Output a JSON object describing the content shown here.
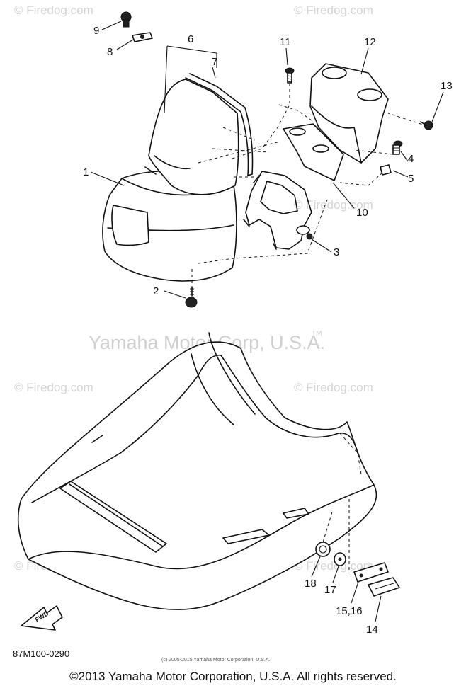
{
  "watermarks": {
    "small": "© Firedog.com",
    "large": "Yamaha Motor Corp, U.S.A.",
    "tm": "TM"
  },
  "callouts": {
    "c1": "1",
    "c2": "2",
    "c3": "3",
    "c4": "4",
    "c5": "5",
    "c6": "6",
    "c7": "7",
    "c8": "8",
    "c9": "9",
    "c10": "10",
    "c11": "11",
    "c12": "12",
    "c13": "13",
    "c14": "14",
    "c15_16": "15,16",
    "c17": "17",
    "c18": "18"
  },
  "fwd_label": "FWD",
  "diagram_code": "87M100-0290",
  "small_copyright": "(c) 2005-2015 Yamaha Motor Corporation, U.S.A.",
  "footer_copyright": "©2013 Yamaha Motor Corporation, U.S.A. All rights reserved."
}
